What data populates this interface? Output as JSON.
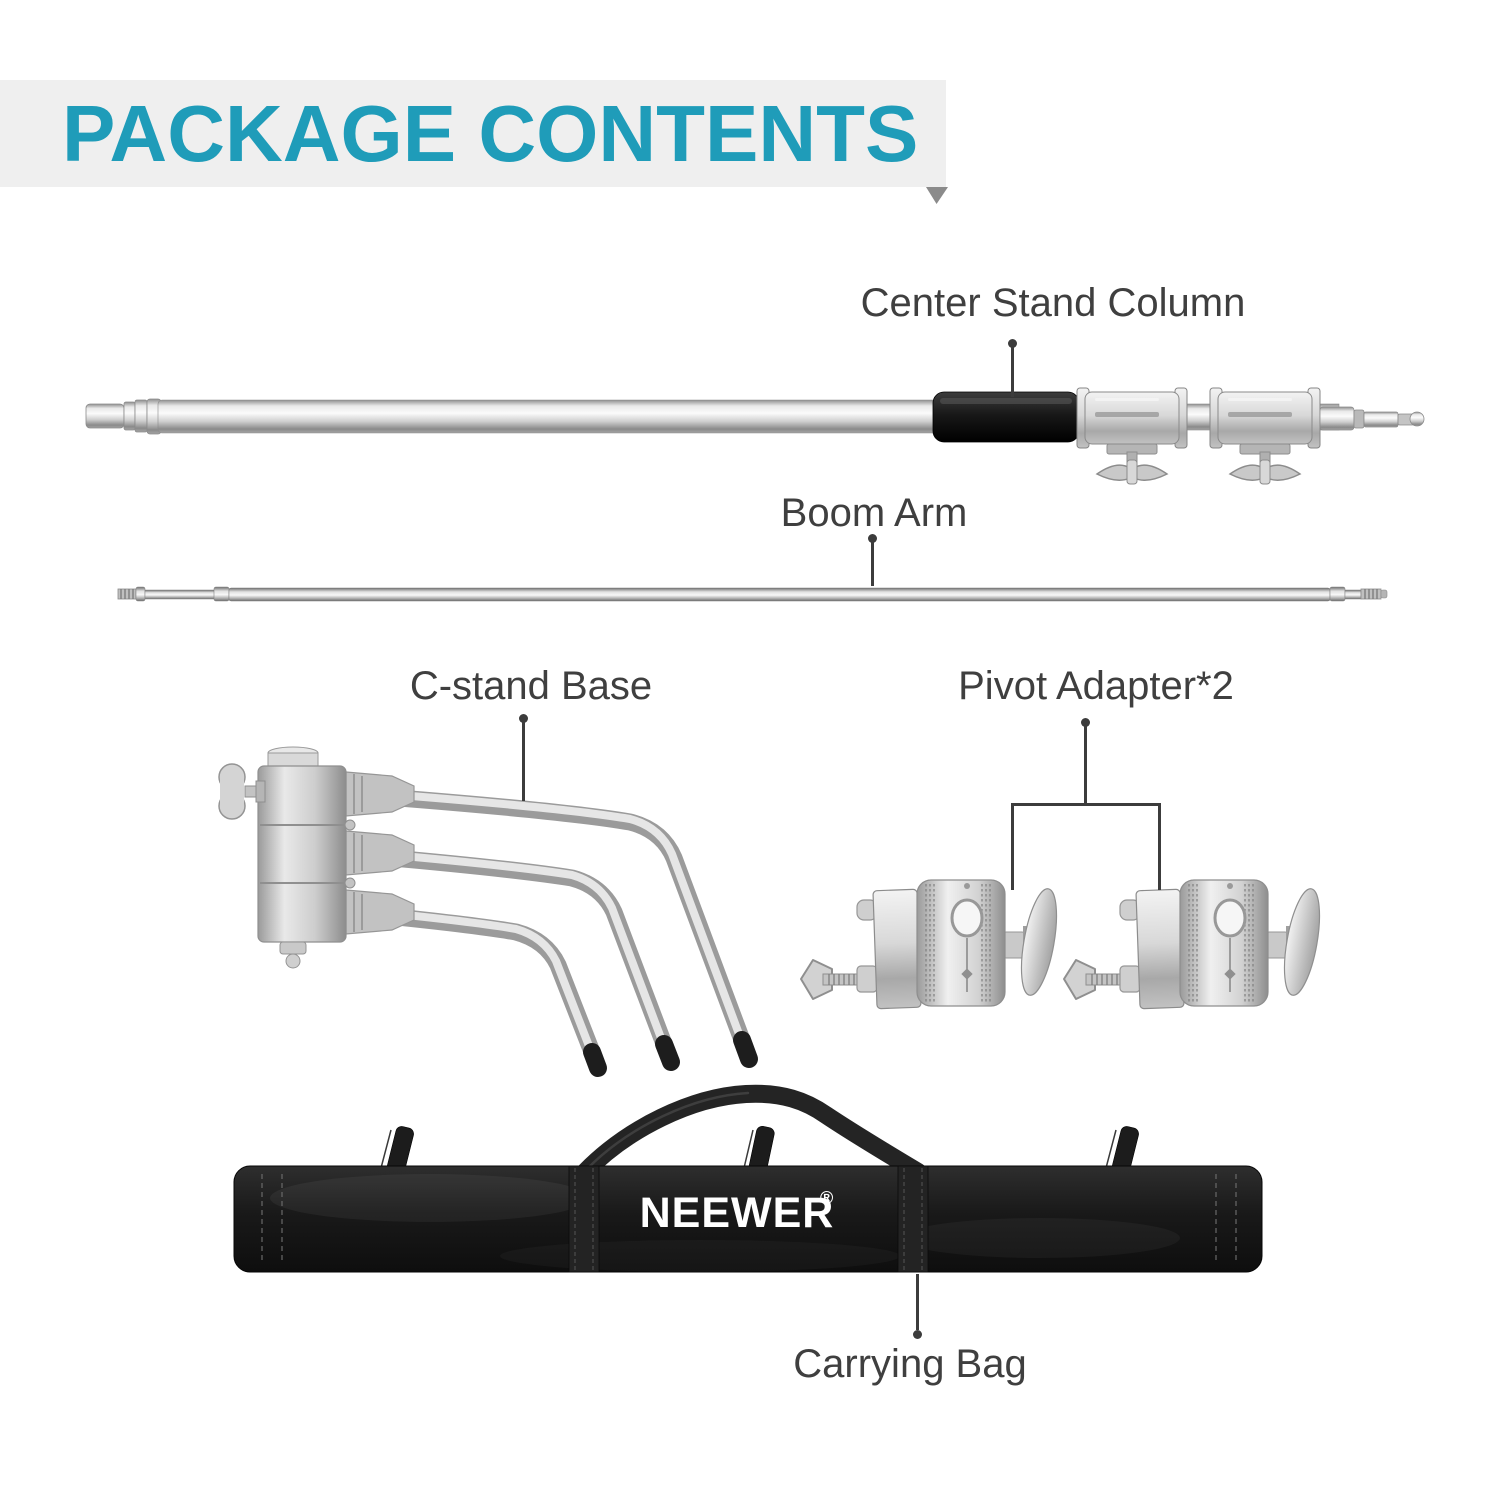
{
  "header": {
    "title": "PACKAGE CONTENTS"
  },
  "items": [
    {
      "label": "Center Stand Column"
    },
    {
      "label": "Boom Arm"
    },
    {
      "label": "C-stand Base"
    },
    {
      "label": "Pivot Adapter*2"
    },
    {
      "label": "Carrying Bag"
    }
  ],
  "bag": {
    "brand": "NEEWER",
    "registered_mark": "®"
  },
  "colors": {
    "accent_teal": "#1f9cb9",
    "banner_gray": "#efefef",
    "fold_gray": "#8b8b8b",
    "label_text": "#3f3f3f",
    "leader_line": "#3c3c3c",
    "metal_silver": "#c9c9c9",
    "grip_black": "#1a1a1a",
    "bag_black": "#161616",
    "logo_white": "#ffffff"
  }
}
